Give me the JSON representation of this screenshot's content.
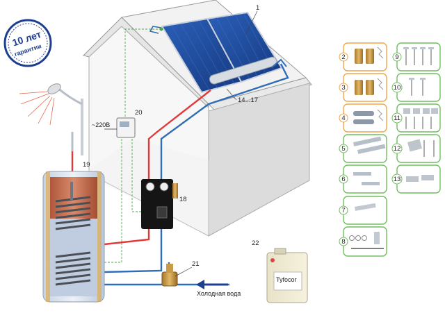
{
  "badge": {
    "line1": "10 лет",
    "line2": "гарантии"
  },
  "callouts": {
    "panel": "1",
    "collector_mount": "14...17",
    "boiler": "19",
    "controller": "20",
    "pump_station": "18",
    "mixing_valve": "21",
    "canister": "22"
  },
  "labels": {
    "voltage": "~220В",
    "cold_water": "Холодная вода",
    "canister_sticker": "Tyfocor"
  },
  "parts": {
    "left": [
      "2",
      "3",
      "4",
      "5",
      "6",
      "7",
      "8"
    ],
    "right": [
      "9",
      "10",
      "11",
      "12",
      "13"
    ]
  },
  "colors": {
    "hot_pipe": "#e03a3a",
    "cold_pipe": "#2f6db5",
    "signal_line": "#4da84d",
    "panel": "#1f4c9e",
    "orange_card": "#f2a54a",
    "green_card": "#6fbf5e"
  }
}
